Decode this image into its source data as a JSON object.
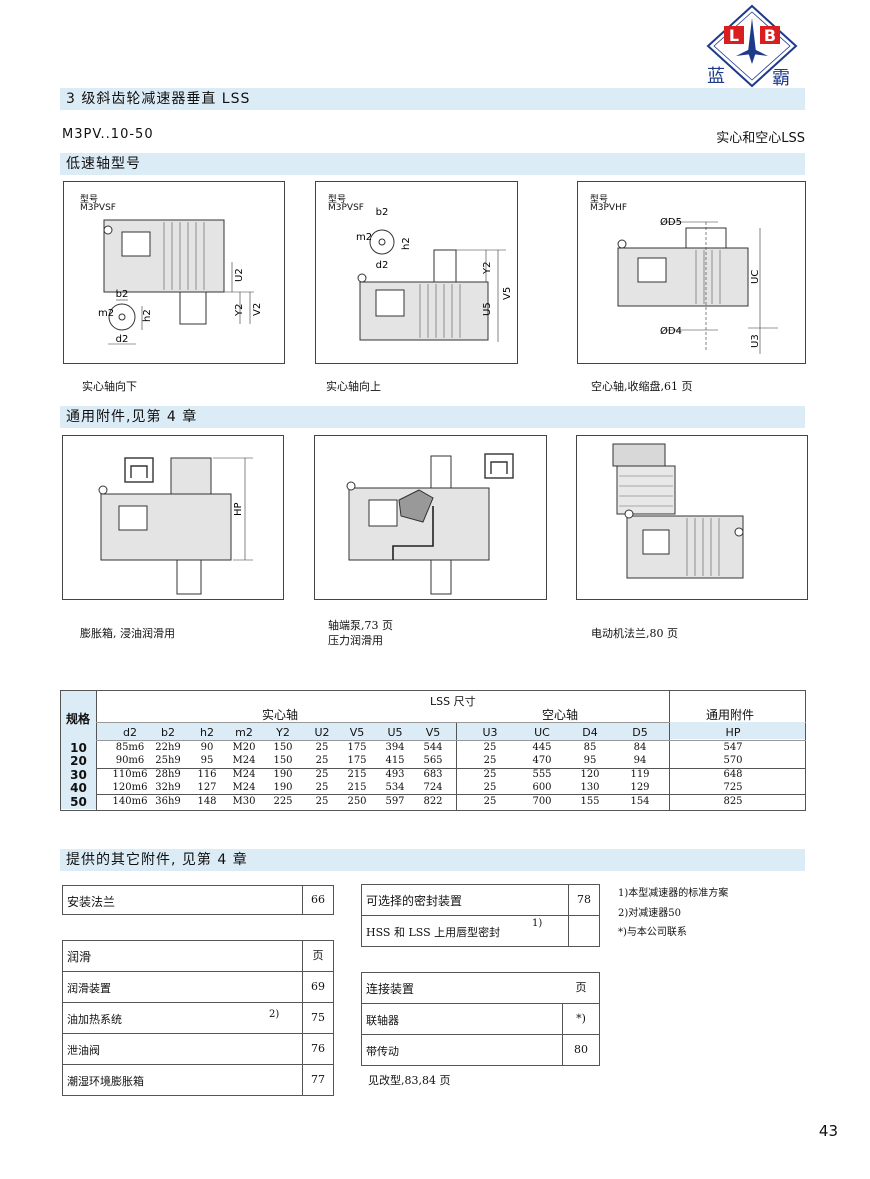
{
  "logo": {
    "letters": "L B",
    "brand": [
      "蓝",
      "霸"
    ]
  },
  "title": "3 级斜齿轮减速器垂直 LSS",
  "model_range": "M3PV..10-50",
  "subtitle_right": "实心和空心LSS",
  "sections": {
    "low_speed": "低速轴型号",
    "accessories": "通用附件,见第 4 章",
    "other": "提供的其它附件, 见第 4 章"
  },
  "low_speed_types": [
    {
      "label": "型号",
      "model": "M3PVSF",
      "caption": "实心轴向下"
    },
    {
      "label": "型号",
      "model": "M3PVSF",
      "caption": "实心轴向上"
    },
    {
      "label": "型号",
      "model": "M3PVHF",
      "caption": "空心轴,收缩盘,61 页"
    }
  ],
  "dim_labels": {
    "d2": "d2",
    "b2": "b2",
    "m2": "m2",
    "h2": "h2",
    "U2": "U2",
    "Y2": "Y2",
    "V2": "V2",
    "U5": "U5",
    "V5": "V5",
    "UC": "UC",
    "U3": "U3",
    "D5": "ØD5",
    "D4": "ØD4",
    "HP": "HP"
  },
  "accessory_captions": [
    {
      "line1": "膨胀箱, 浸油润滑用"
    },
    {
      "line1": "轴端泵,73 页",
      "line2": "压力润滑用"
    },
    {
      "line1": "电动机法兰,80 页"
    }
  ],
  "spec_table": {
    "row_head": "规格",
    "lss": "LSS 尺寸",
    "solid": "实心轴",
    "hollow": "空心轴",
    "common": "通用附件",
    "columns": [
      "d2",
      "b2",
      "h2",
      "m2",
      "Y2",
      "U2",
      "V5",
      "U5",
      "V5",
      "U3",
      "UC",
      "D4",
      "D5",
      "HP"
    ],
    "rows": [
      [
        "10",
        "85m6",
        "22h9",
        "90",
        "M20",
        "150",
        "25",
        "175",
        "394",
        "544",
        "25",
        "445",
        "85",
        "84",
        "547"
      ],
      [
        "20",
        "90m6",
        "25h9",
        "95",
        "M24",
        "150",
        "25",
        "175",
        "415",
        "565",
        "25",
        "470",
        "95",
        "94",
        "570"
      ],
      [
        "30",
        "110m6",
        "28h9",
        "116",
        "M24",
        "190",
        "25",
        "215",
        "493",
        "683",
        "25",
        "555",
        "120",
        "119",
        "648"
      ],
      [
        "40",
        "120m6",
        "32h9",
        "127",
        "M24",
        "190",
        "25",
        "215",
        "534",
        "724",
        "25",
        "600",
        "130",
        "129",
        "725"
      ],
      [
        "50",
        "140m6",
        "36h9",
        "148",
        "M30",
        "225",
        "25",
        "250",
        "597",
        "822",
        "25",
        "700",
        "155",
        "154",
        "825"
      ]
    ]
  },
  "other_accessories": {
    "flange": {
      "label": "安装法兰",
      "page": "66"
    },
    "lubrication": {
      "header": "润滑",
      "page_head": "页",
      "items": [
        {
          "label": "润滑装置",
          "page": "69"
        },
        {
          "label": "油加热系统",
          "note": "2)",
          "page": "75"
        },
        {
          "label": "泄油阀",
          "page": "76"
        },
        {
          "label": "潮湿环境膨胀箱",
          "page": "77"
        }
      ]
    },
    "seal": {
      "header": "可选择的密封装置",
      "page": "78",
      "item": "HSS 和 LSS 上用唇型密封",
      "note": "1)"
    },
    "coupling": {
      "header": "连接装置",
      "page_head": "页",
      "items": [
        {
          "label": "联轴器",
          "page": "*)"
        },
        {
          "label": "带传动",
          "page": "80"
        }
      ],
      "footer": "见改型,83,84 页"
    }
  },
  "notes": [
    "1)本型减速器的标准方案",
    "2)对减速器50",
    "*)与本公司联系"
  ],
  "page_number": "43",
  "colors": {
    "section_bar": "#dcecf6",
    "logo_blue": "#1e3a8a",
    "logo_red": "#d81e1e"
  }
}
